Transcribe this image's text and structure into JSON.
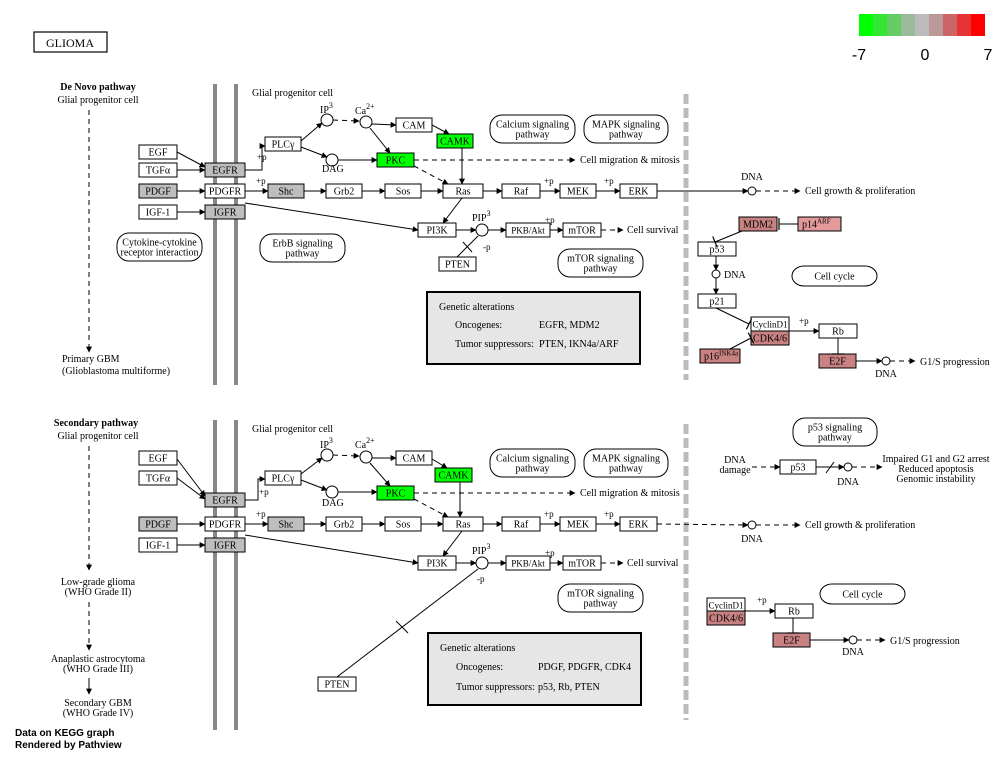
{
  "title": "GLIOMA",
  "legend": {
    "min": "-7",
    "mid": "0",
    "max": "7",
    "colors": [
      "#00ff00",
      "#33e633",
      "#66cc66",
      "#99bb99",
      "#bbbbbb",
      "#bb9999",
      "#cc6666",
      "#e63333",
      "#ff0000"
    ]
  },
  "colors": {
    "node_default": "#ffffff",
    "node_gray": "#bebebe",
    "node_green": "#00ff00",
    "node_pink": "#c98282",
    "node_pink_light": "#e29a9a",
    "membrane": "#888888",
    "divider": "#bbbbbb",
    "info_box": "#e6e6e6"
  },
  "panels": [
    {
      "pathway_label": "De Novo pathway",
      "start_label": "Glial progenitor cell",
      "cell_label": "Glial progenitor cell",
      "end_labels": [
        [
          "Primary GBM",
          "(Glioblastoma multiforme)"
        ]
      ],
      "side_box": [
        "Cytokine-cytokine",
        "receptor interaction"
      ],
      "erbb_box": [
        "ErbB signaling",
        "pathway"
      ],
      "calcium_box": [
        "Calcium signaling",
        "pathway"
      ],
      "mapk_box": [
        "MAPK signaling",
        "pathway"
      ],
      "mtor_box": [
        "mTOR signaling",
        "pathway"
      ],
      "cell_cycle_label": "Cell cycle",
      "p53_box": null,
      "alterations": {
        "title": "Genetic alterations",
        "oncogenes_label": "Oncogenes:",
        "oncogenes": "EGFR, MDM2",
        "suppressors_label": "Tumor suppressors:",
        "suppressors": "PTEN, IKN4a/ARF"
      },
      "outcomes": {
        "migration": "Cell migration & mitosis",
        "growth": "Cell growth & proliferation",
        "survival": "Cell survival",
        "g1s": "G1/S progression"
      }
    },
    {
      "pathway_label": "Secondary pathway",
      "start_label": "Glial progenitor cell",
      "cell_label": "Glial progenitor cell",
      "end_labels": [
        [
          "Low-grade glioma",
          "(WHO Grade II)"
        ],
        [
          "Anaplastic astrocytoma",
          "(WHO Grade III)"
        ],
        [
          "Secondary GBM",
          "(WHO Grade IV)"
        ]
      ],
      "side_box": null,
      "erbb_box": null,
      "calcium_box": [
        "Calcium signaling",
        "pathway"
      ],
      "mapk_box": [
        "MAPK signaling",
        "pathway"
      ],
      "mtor_box": [
        "mTOR signaling",
        "pathway"
      ],
      "cell_cycle_label": "Cell cycle",
      "p53_box": [
        "p53 signaling",
        "pathway"
      ],
      "alterations": {
        "title": "Genetic alterations",
        "oncogenes_label": "Oncogenes:",
        "oncogenes": "PDGF, PDGFR, CDK4",
        "suppressors_label": "Tumor suppressors:",
        "suppressors": "p53, Rb, PTEN"
      },
      "outcomes": {
        "migration": "Cell migration & mitosis",
        "growth": "Cell growth & proliferation",
        "survival": "Cell survival",
        "g1s": "G1/S progression",
        "dna_damage": [
          "DNA",
          "damage"
        ],
        "arrest": [
          "Impaired G1 and G2 arrest",
          "Reduced apoptosis",
          "Genomic instability"
        ]
      }
    }
  ],
  "common_labels": {
    "dna": "DNA",
    "plus_p": "+p",
    "minus_p": "-p",
    "dag": "DAG",
    "ip3": "IP3",
    "ca": "Ca",
    "ca_sup": "2+",
    "pip3": "PIP3"
  },
  "nodes": {
    "EGF": "EGF",
    "TGFa": "TGFα",
    "PDGF": "PDGF",
    "IGF1": "IGF-1",
    "EGFR": "EGFR",
    "PDGFR": "PDGFR",
    "IGFR": "IGFR",
    "PLCy": "PLCγ",
    "CAM": "CAM",
    "CAMK": "CAMK",
    "PKC": "PKC",
    "Shc": "Shc",
    "Grb2": "Grb2",
    "Sos": "Sos",
    "Ras": "Ras",
    "Raf": "Raf",
    "MEK": "MEK",
    "ERK": "ERK",
    "PI3K": "PI3K",
    "PKB": "PKB/Akt",
    "mTOR": "mTOR",
    "PTEN": "PTEN",
    "MDM2": "MDM2",
    "p14": "p14",
    "p14_sup": "ARF",
    "p53": "p53",
    "p21": "p21",
    "CyclinD1": "CyclinD1",
    "CDK46": "CDK4/6",
    "Rb": "Rb",
    "p16": "p16",
    "p16_sup": "INK4a",
    "E2F": "E2F"
  },
  "footer": [
    "Data on KEGG graph",
    "Rendered by Pathview"
  ]
}
